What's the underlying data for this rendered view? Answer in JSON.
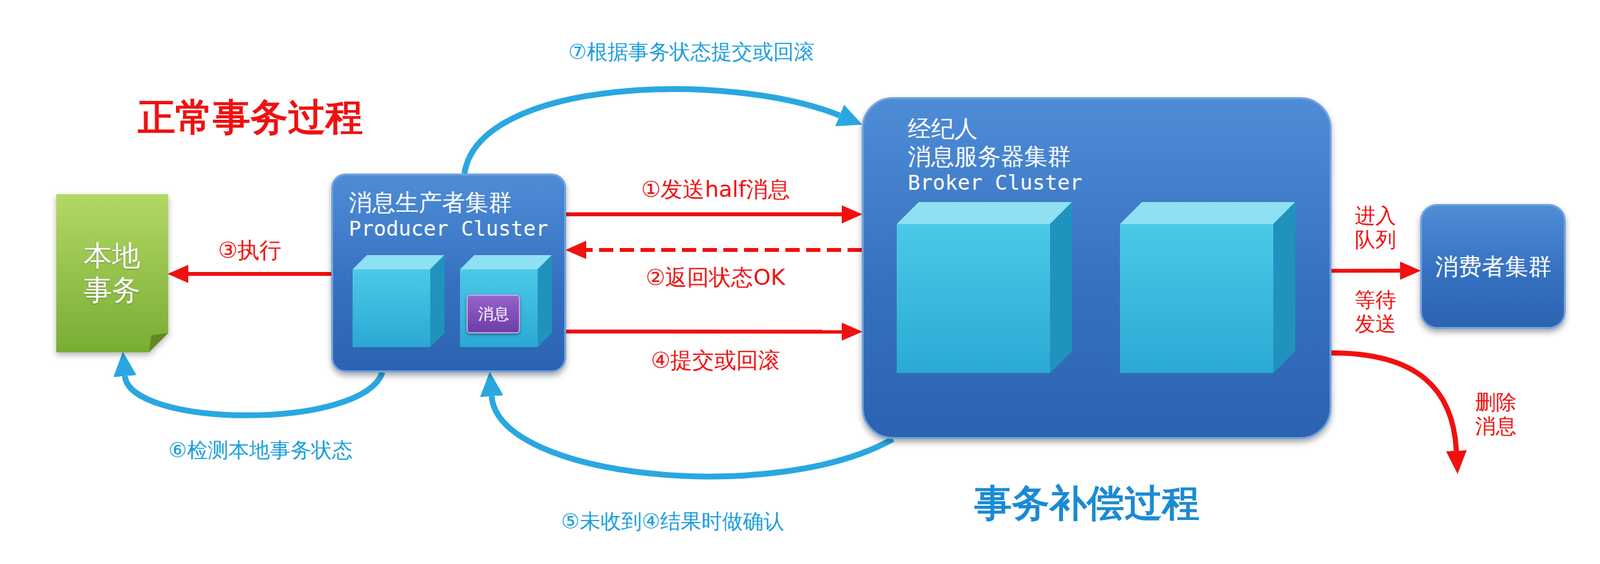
{
  "diagram": {
    "nodes": [
      {
        "text": [
          "本地事务"
        ]
      },
      {
        "text": [
          "消息生产者集群",
          "Producer Cluster"
        ]
      },
      {
        "text": [
          "消息"
        ],
        "in": 1
      },
      {
        "text": [
          "经纪人",
          "消息服务器集群",
          "Broker Cluster"
        ]
      },
      {
        "text": [
          "消费者集群"
        ]
      }
    ],
    "edges": [
      {
        "from": 1,
        "to": 3,
        "arrow": "to",
        "label": "①发送half消息"
      },
      {
        "from": 3,
        "to": 1,
        "arrow": "to",
        "label": "②返回状态OK"
      },
      {
        "from": 1,
        "to": 0,
        "arrow": "to",
        "label": "③执行"
      },
      {
        "from": 1,
        "to": 3,
        "arrow": "to",
        "label": "④提交或回滚"
      },
      {
        "from": 3,
        "to": 1,
        "arrow": "to",
        "label": "⑤未收到④结果时做确认"
      },
      {
        "from": 1,
        "to": 0,
        "arrow": "to",
        "label": "⑥检测本地事务状态"
      },
      {
        "from": 1,
        "to": 3,
        "arrow": "to",
        "label": "⑦根据事务状态提交或回滚"
      },
      {
        "from": 3,
        "to": 4,
        "arrow": "to",
        "label": "进入队列"
      }
    ],
    "labels": [
      "正常事务过程",
      "事务补偿过程",
      "等待发送",
      "删除消息"
    ]
  }
}
